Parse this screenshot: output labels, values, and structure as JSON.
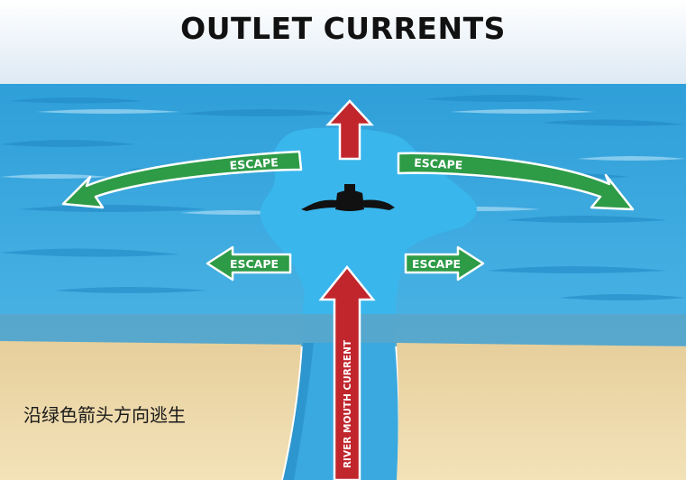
{
  "title": "OUTLET CURRENTS",
  "caption": "沿绿色箭头方向逃生",
  "labels": {
    "escape": "ESCAPE",
    "river_current": "RIVER MOUTH CURRENT"
  },
  "colors": {
    "sky": "#eef4fa",
    "ocean": "#3fa9df",
    "current_plume": "#38b4ea",
    "shallow_band": "#5ea6c8",
    "sand": "#ecd7a7",
    "escape_arrow": "#2e9b46",
    "current_arrow": "#c0262c"
  }
}
